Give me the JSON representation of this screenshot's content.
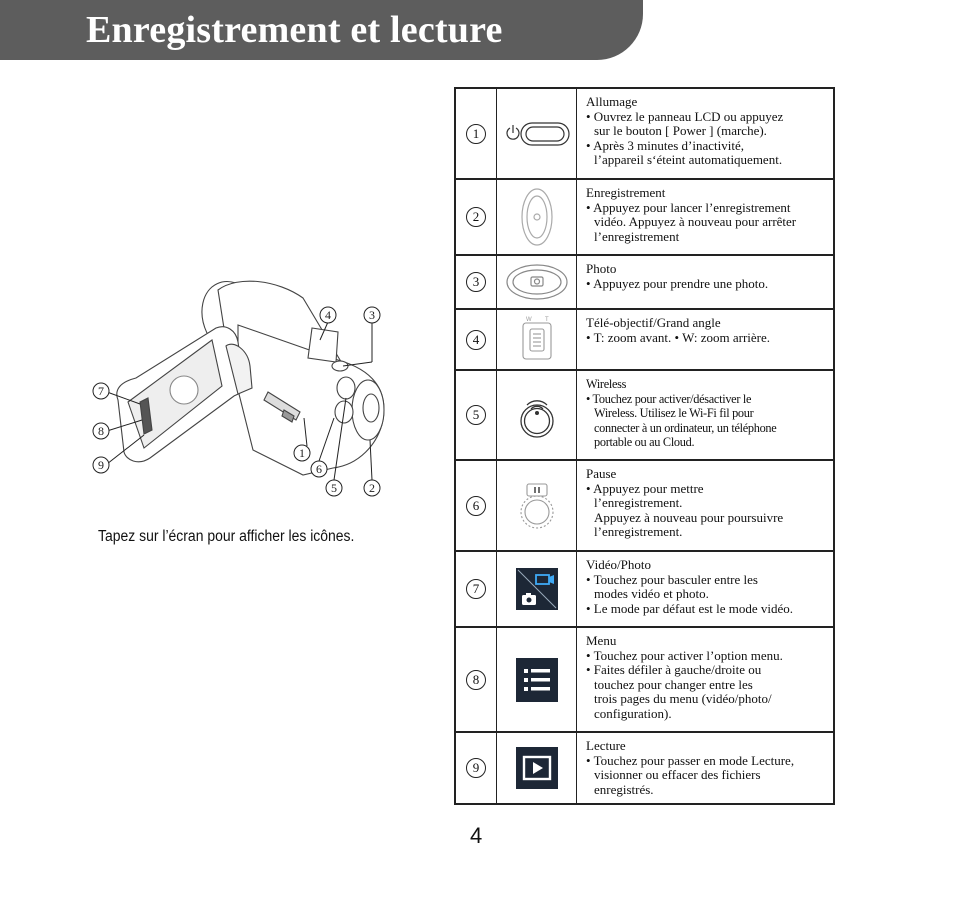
{
  "header": {
    "title": "Enregistrement et lecture"
  },
  "illustration": {
    "caption": "Tapez sur l’écran pour afficher les icônes.",
    "callouts": [
      "1",
      "2",
      "3",
      "4",
      "5",
      "6",
      "7",
      "8",
      "9"
    ]
  },
  "rows": [
    {
      "num": "1",
      "icon": "power-button-icon",
      "title": "Allumage",
      "lines": [
        "• Ouvrez le panneau LCD ou appuyez",
        "sur le bouton [ Power ] (marche).",
        "• Après 3 minutes d’inactivité,",
        "l’appareil s‘éteint automatiquement."
      ]
    },
    {
      "num": "2",
      "icon": "record-button-icon",
      "title": "Enregistrement",
      "lines": [
        "• Appuyez pour lancer l’enregistrement",
        "vidéo. Appuyez à nouveau pour arrêter",
        "l’enregistrement"
      ]
    },
    {
      "num": "3",
      "icon": "photo-button-icon",
      "title": "Photo",
      "lines": [
        "• Appuyez pour prendre une photo."
      ]
    },
    {
      "num": "4",
      "icon": "zoom-lever-icon",
      "title": "Télé-objectif/Grand angle",
      "lines": [
        "• T: zoom avant. • W: zoom arrière."
      ]
    },
    {
      "num": "5",
      "icon": "wireless-button-icon",
      "title": "Wireless",
      "lines": [
        "• Touchez pour activer/désactiver le",
        "Wireless. Utilisez le Wi-Fi fil pour",
        "connecter à un ordinateur, un téléphone",
        "portable ou au Cloud."
      ]
    },
    {
      "num": "6",
      "icon": "pause-button-icon",
      "title": "Pause",
      "lines": [
        "• Appuyez pour mettre",
        "l’enregistrement.",
        "Appuyez à nouveau pour poursuivre",
        "l’enregistrement."
      ]
    },
    {
      "num": "7",
      "icon": "video-photo-toggle-icon",
      "title": "Vidéo/Photo",
      "lines": [
        "• Touchez pour basculer entre les",
        "modes vidéo et photo.",
        "• Le mode par défaut est le mode vidéo."
      ]
    },
    {
      "num": "8",
      "icon": "menu-list-icon",
      "title": "Menu",
      "lines": [
        "• Touchez pour activer l’option menu.",
        "• Faites défiler à gauche/droite ou",
        "touchez pour changer entre les",
        "trois pages du menu (vidéo/photo/",
        "configuration)."
      ]
    },
    {
      "num": "9",
      "icon": "playback-icon",
      "title": "Lecture",
      "lines": [
        "• Touchez pour passer en mode Lecture,",
        "visionner ou effacer des fichiers",
        "enregistrés."
      ]
    }
  ],
  "page_number": "4"
}
